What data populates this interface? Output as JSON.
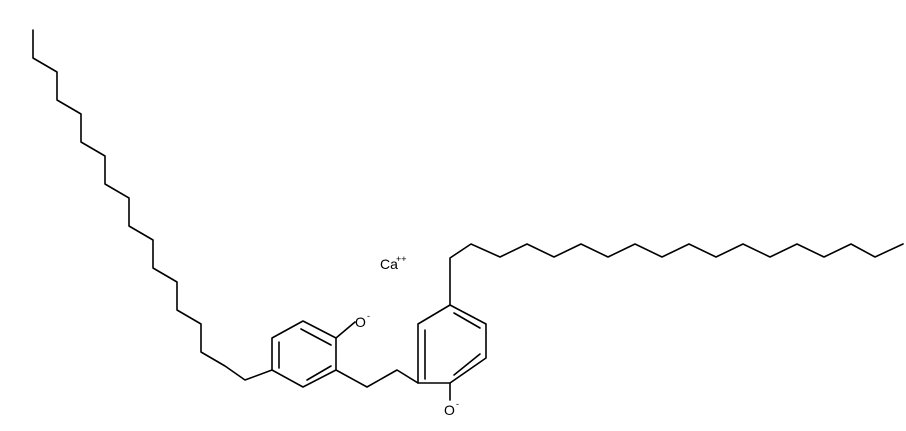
{
  "molecule": {
    "labels": {
      "oxygen_upper": {
        "symbol": "O",
        "charge": "-"
      },
      "oxygen_lower": {
        "symbol": "O",
        "charge": "-"
      },
      "calcium": {
        "symbol": "Ca",
        "charge": "++"
      }
    },
    "colors": {
      "bond": "#000000",
      "text": "#000000",
      "background": "#ffffff"
    }
  }
}
